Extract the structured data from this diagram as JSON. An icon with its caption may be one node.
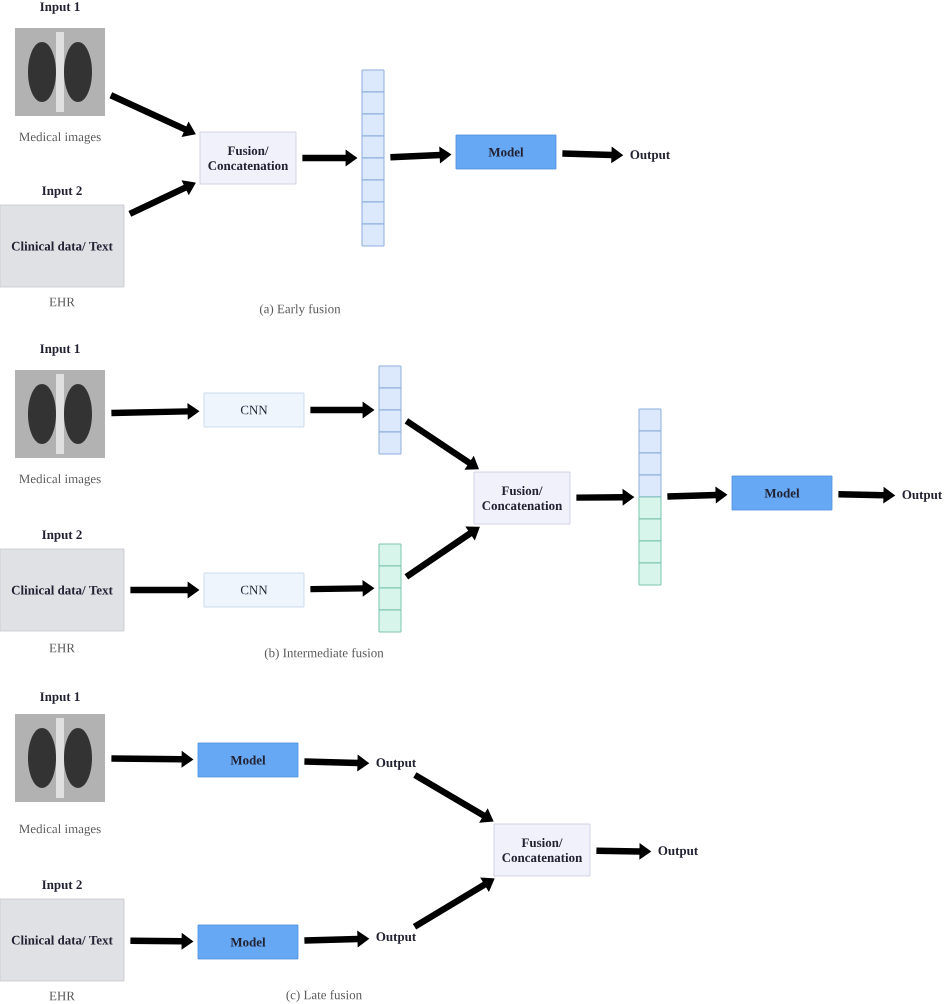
{
  "diagram": {
    "nodes": [
      {
        "text": [
          "Input 1"
        ],
        "beside": [
          "Medical images"
        ]
      },
      {
        "text": [
          "Input 2",
          "Clinical data/ Text"
        ],
        "beside": [
          "EHR"
        ]
      },
      {
        "text": [
          "Fusion/ Concatenation"
        ]
      },
      {
        "text": [],
        "shape": "bar"
      },
      {
        "text": [
          "Model"
        ]
      },
      {
        "text": [
          "Output"
        ]
      },
      {
        "text": [
          "Input 1"
        ],
        "beside": [
          "Medical images"
        ]
      },
      {
        "text": [
          "Input 2",
          "Clinical data/ Text"
        ],
        "beside": [
          "EHR"
        ]
      },
      {
        "text": [
          "CNN"
        ]
      },
      {
        "text": [
          "CNN"
        ]
      },
      {
        "text": [],
        "shape": "bar"
      },
      {
        "text": [],
        "shape": "bar"
      },
      {
        "text": [
          "Fusion/ Concatenation"
        ]
      },
      {
        "text": [],
        "shape": "bar"
      },
      {
        "text": [
          "Model"
        ]
      },
      {
        "text": [
          "Output"
        ]
      },
      {
        "text": [
          "Input 1"
        ],
        "beside": [
          "Medical images"
        ]
      },
      {
        "text": [
          "Input 2",
          "Clinical data/ Text"
        ],
        "beside": [
          "EHR"
        ]
      },
      {
        "text": [
          "Model"
        ]
      },
      {
        "text": [
          "Model"
        ]
      },
      {
        "text": [
          "Output"
        ]
      },
      {
        "text": [
          "Output"
        ]
      },
      {
        "text": [
          "Fusion/ Concatenation"
        ]
      },
      {
        "text": [
          "Output"
        ]
      }
    ],
    "edges": [
      {
        "from": 0,
        "to": 2,
        "arrow": "to"
      },
      {
        "from": 1,
        "to": 2,
        "arrow": "to"
      },
      {
        "from": 2,
        "to": 3,
        "arrow": "to"
      },
      {
        "from": 3,
        "to": 4,
        "arrow": "to"
      },
      {
        "from": 4,
        "to": 5,
        "arrow": "to"
      },
      {
        "from": 6,
        "to": 8,
        "arrow": "to"
      },
      {
        "from": 7,
        "to": 9,
        "arrow": "to"
      },
      {
        "from": 8,
        "to": 10,
        "arrow": "to"
      },
      {
        "from": 9,
        "to": 11,
        "arrow": "to"
      },
      {
        "from": 10,
        "to": 12,
        "arrow": "to"
      },
      {
        "from": 11,
        "to": 12,
        "arrow": "to"
      },
      {
        "from": 12,
        "to": 13,
        "arrow": "to"
      },
      {
        "from": 13,
        "to": 14,
        "arrow": "to"
      },
      {
        "from": 14,
        "to": 15,
        "arrow": "to"
      },
      {
        "from": 16,
        "to": 18,
        "arrow": "to"
      },
      {
        "from": 17,
        "to": 19,
        "arrow": "to"
      },
      {
        "from": 18,
        "to": 20,
        "arrow": "to"
      },
      {
        "from": 19,
        "to": 21,
        "arrow": "to"
      },
      {
        "from": 20,
        "to": 22,
        "arrow": "to"
      },
      {
        "from": 21,
        "to": 22,
        "arrow": "to"
      },
      {
        "from": 22,
        "to": 23,
        "arrow": "to"
      }
    ],
    "labels": [
      "(a) Early fusion",
      "(b) Intermediate fusion",
      "(c) Late fusion"
    ]
  }
}
